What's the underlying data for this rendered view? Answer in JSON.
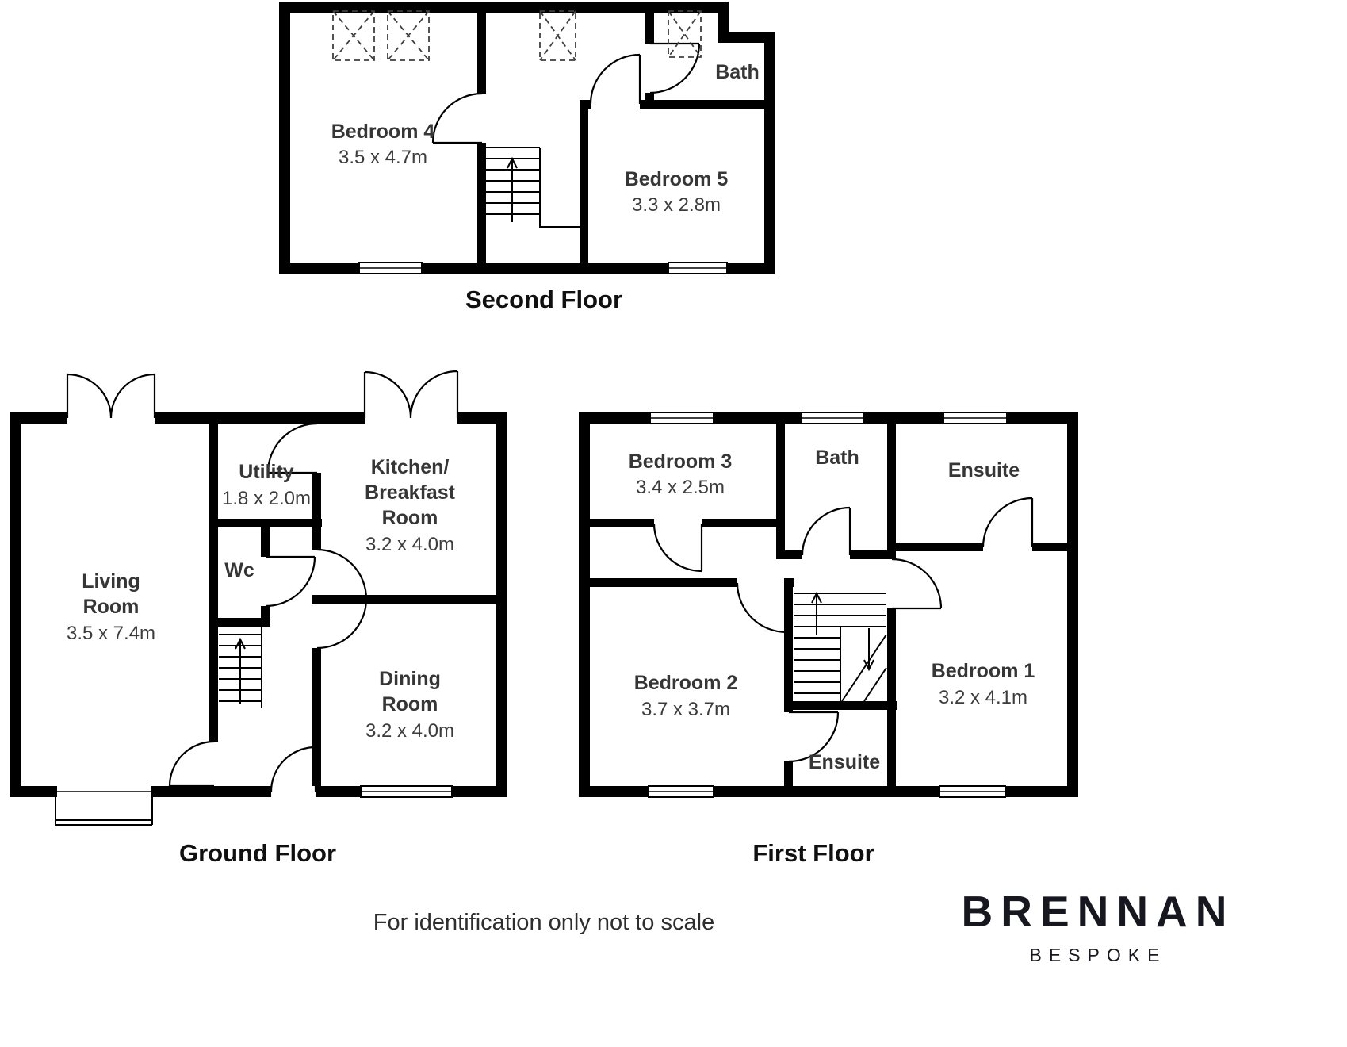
{
  "page": {
    "background": "#ffffff",
    "disclaimer": "For identification only not to scale"
  },
  "brand": {
    "name": "BRENNAN",
    "tagline": "BESPOKE",
    "color": "#17171f"
  },
  "colors": {
    "wall": "#000000",
    "room_text": "#3c3c3c"
  },
  "floors": {
    "second": {
      "title": "Second Floor",
      "rooms": {
        "bedroom4": {
          "name": "Bedroom 4",
          "dims": "3.5 x 4.7m"
        },
        "bedroom5": {
          "name": "Bedroom 5",
          "dims": "3.3 x 2.8m"
        },
        "bath": {
          "name": "Bath"
        }
      }
    },
    "ground": {
      "title": "Ground Floor",
      "rooms": {
        "living": {
          "name1": "Living",
          "name2": "Room",
          "dims": "3.5 x 7.4m"
        },
        "utility": {
          "name": "Utility",
          "dims": "1.8 x 2.0m"
        },
        "kitchen": {
          "name1": "Kitchen/",
          "name2": "Breakfast",
          "name3": "Room",
          "dims": "3.2 x 4.0m"
        },
        "wc": {
          "name": "Wc"
        },
        "dining": {
          "name1": "Dining",
          "name2": "Room",
          "dims": "3.2 x 4.0m"
        }
      }
    },
    "first": {
      "title": "First Floor",
      "rooms": {
        "bedroom3": {
          "name": "Bedroom 3",
          "dims": "3.4 x 2.5m"
        },
        "bath": {
          "name": "Bath"
        },
        "ensuiteTop": {
          "name": "Ensuite"
        },
        "bedroom2": {
          "name": "Bedroom 2",
          "dims": "3.7 x 3.7m"
        },
        "ensuiteBottom": {
          "name": "Ensuite"
        },
        "bedroom1": {
          "name": "Bedroom 1",
          "dims": "3.2 x 4.1m"
        }
      }
    }
  }
}
